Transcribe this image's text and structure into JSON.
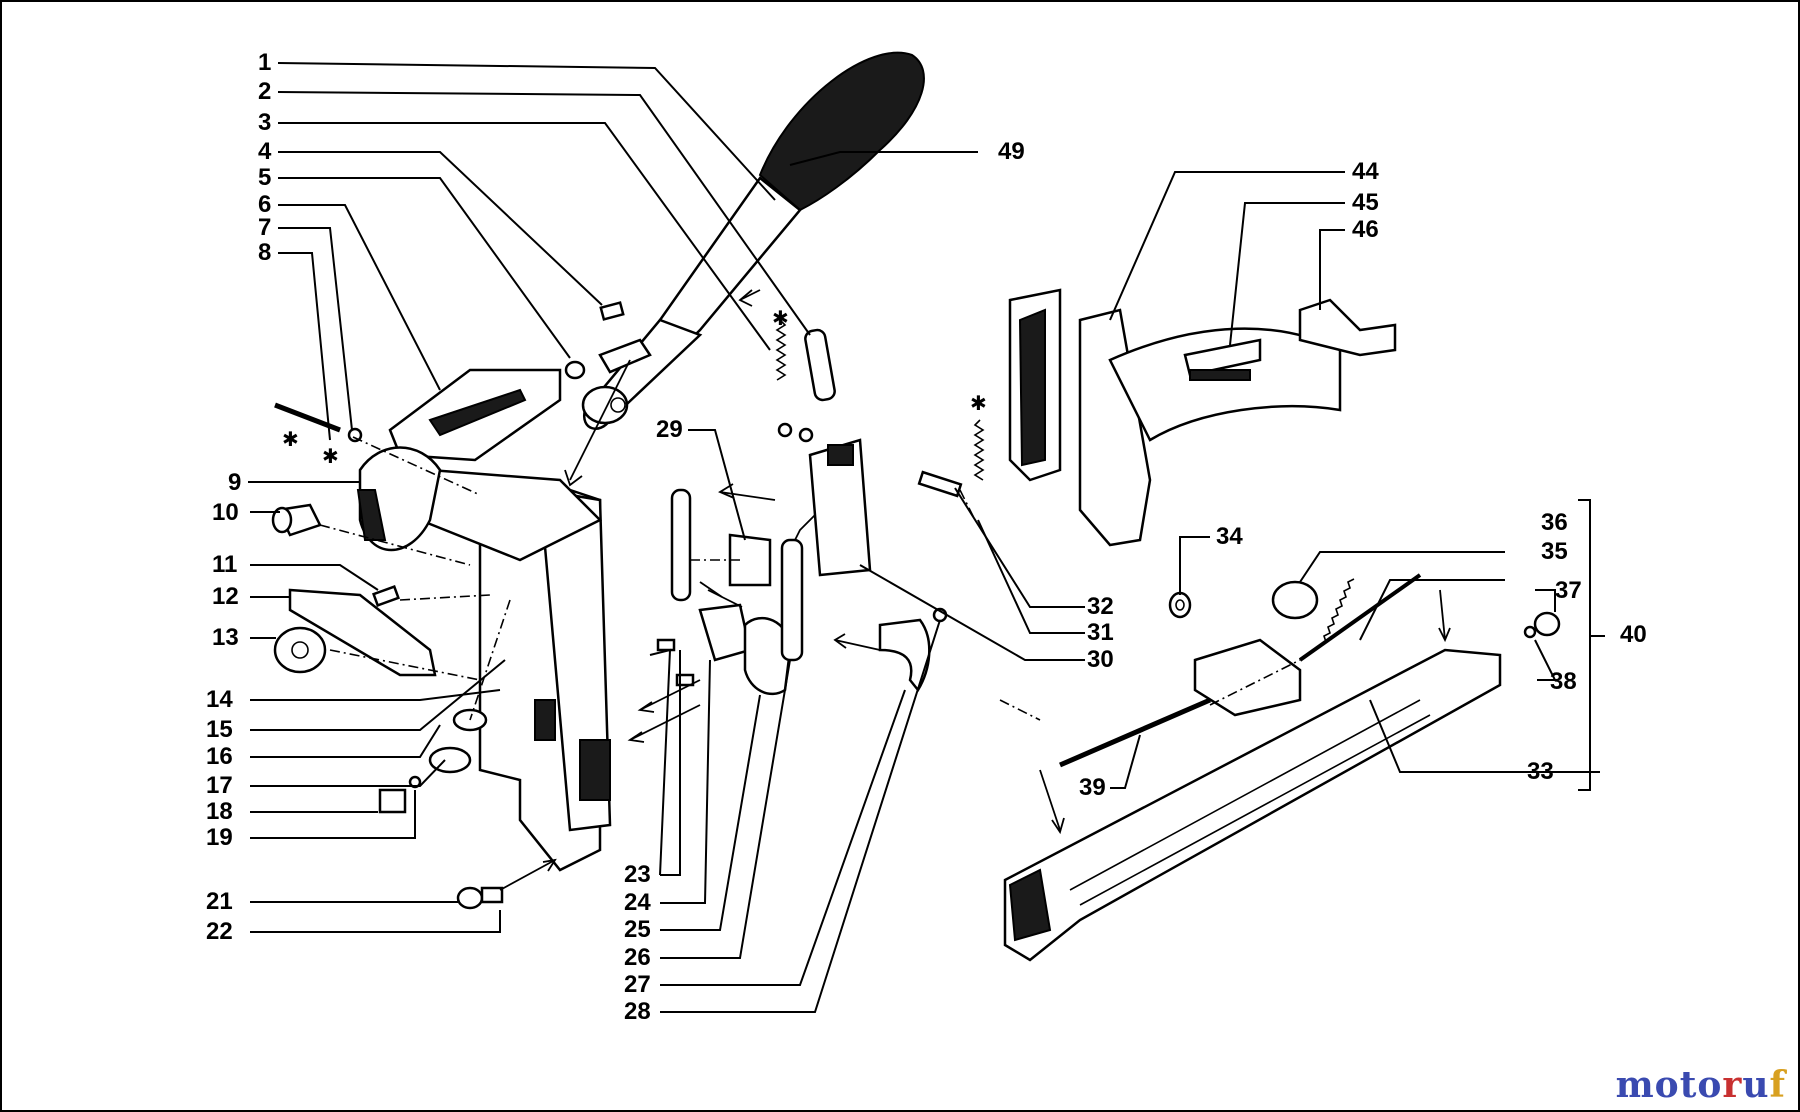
{
  "callouts": {
    "n1": "1",
    "n2": "2",
    "n3": "3",
    "n4": "4",
    "n5": "5",
    "n6": "6",
    "n7": "7",
    "n8": "8",
    "n9": "9",
    "n10": "10",
    "n11": "11",
    "n12": "12",
    "n13": "13",
    "n14": "14",
    "n15": "15",
    "n16": "16",
    "n17": "17",
    "n18": "18",
    "n19": "19",
    "n21": "21",
    "n22": "22",
    "n23": "23",
    "n24": "24",
    "n25": "25",
    "n26": "26",
    "n27": "27",
    "n28": "28",
    "n29": "29",
    "n30": "30",
    "n31": "31",
    "n32": "32",
    "n33": "33",
    "n34": "34",
    "n35": "35",
    "n36": "36",
    "n37": "37",
    "n38": "38",
    "n39": "39",
    "n40": "40",
    "n44": "44",
    "n45": "45",
    "n46": "46",
    "n49": "49"
  },
  "watermark": {
    "part1": "moto",
    "part2": "r",
    "part3": "u",
    "part4": "f"
  },
  "colors": {
    "ink": "#000000",
    "background": "#ffffff",
    "watermark_blue": "#3a4ab0",
    "watermark_red": "#c83030",
    "watermark_gold": "#d8a020"
  }
}
